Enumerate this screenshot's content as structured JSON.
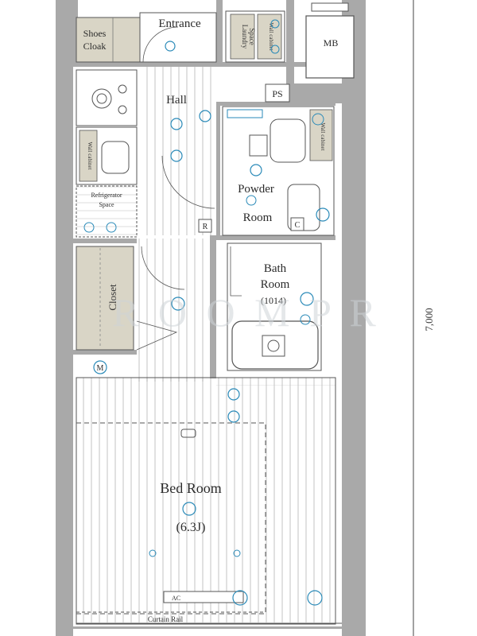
{
  "rooms": {
    "entrance": "Entrance",
    "shoes_cloak_line1": "Shoes",
    "shoes_cloak_line2": "Cloak",
    "laundry_line1": "Laundry",
    "laundry_line2": "Space",
    "mb": "MB",
    "ps": "PS",
    "hall": "Hall",
    "powder_line1": "Powder",
    "powder_line2": "Room",
    "bath_line1": "Bath",
    "bath_line2": "Room",
    "bath_size": "(1014)",
    "closet": "Closet",
    "bedroom": "Bed Room",
    "bedroom_size": "(6.3J)",
    "refrigerator_line1": "Refrigerator",
    "refrigerator_line2": "Space",
    "wall_cabinet": "Wall cabinet",
    "curtain_rail": "Curtain Rail"
  },
  "symbols": {
    "r": "R",
    "c": "C",
    "m": "M",
    "ac": "AC"
  },
  "dimension": "7,000",
  "watermark": "R O O M  P R"
}
